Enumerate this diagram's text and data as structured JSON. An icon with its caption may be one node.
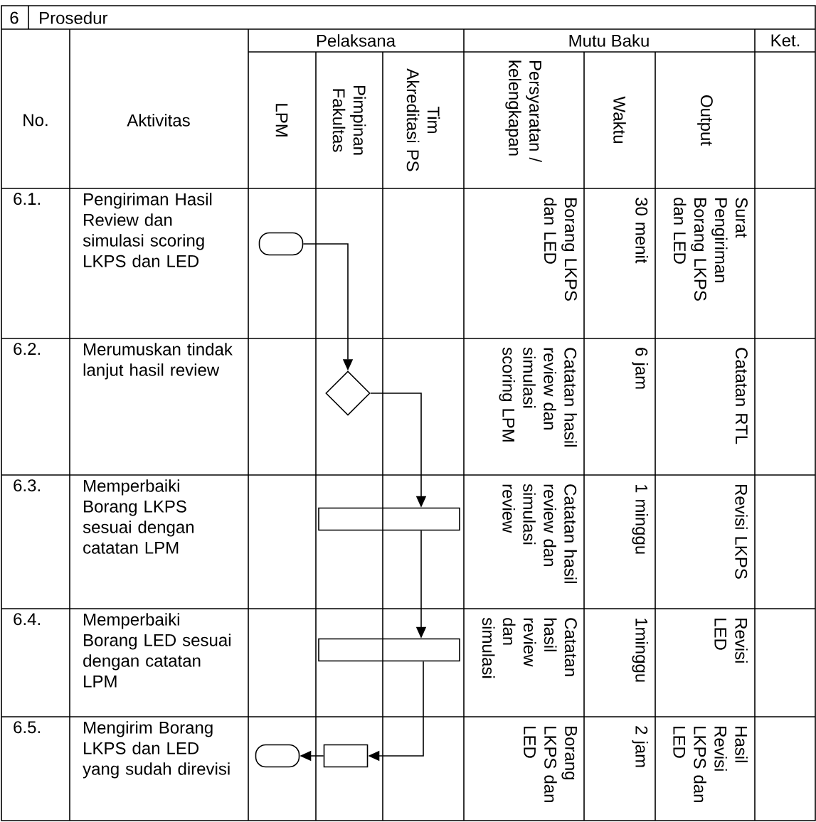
{
  "diagram": {
    "nodes": [
      {
        "text": [],
        "shape": "terminal"
      },
      {
        "text": [],
        "shape": "diamond"
      },
      {
        "text": [],
        "shape": "bar"
      },
      {
        "text": [],
        "shape": "bar"
      },
      {
        "text": [],
        "shape": "box"
      },
      {
        "text": [],
        "shape": "terminal"
      }
    ],
    "edges": [
      {
        "from": 0,
        "to": 1,
        "arrow": "to"
      },
      {
        "from": 1,
        "to": 2,
        "arrow": "to"
      },
      {
        "from": 2,
        "to": 3,
        "arrow": "to"
      },
      {
        "from": 3,
        "to": 4,
        "arrow": "to"
      },
      {
        "from": 4,
        "to": 5,
        "arrow": "to"
      }
    ],
    "labels": [
      "6",
      "Prosedur",
      "Pelaksana",
      "Mutu Baku",
      "Ket.",
      "No.",
      "Aktivitas",
      "LPM",
      "Pimpinan Fakultas",
      "Tim Akreditasi PS",
      "Persyaratan / kelengkapan",
      "Waktu",
      "Output",
      "6.1.",
      "Pengiriman Hasil Review dan simulasi scoring LKPS dan LED",
      "Borang LKPS dan LED",
      "30 menit",
      "Surat Pengiriman Borang LKPS dan LED",
      "6.2.",
      "Merumuskan tindak lanjut hasil review",
      "Catatan hasil review dan simulasi scoring LPM",
      "6 jam",
      "Catatan RTL",
      "6.3.",
      "Memperbaiki Borang LKPS sesuai dengan catatan LPM",
      "Catatan hasil review dan simulasi review",
      "1 minggu",
      "Revisi LKPS",
      "6.4.",
      "Memperbaiki Borang LED sesuai dengan catatan LPM",
      "Catatan hasil review dan simulasi",
      "1minggu",
      "Revisi LED",
      "6.5.",
      "Mengirim Borang LKPS dan LED yang sudah direvisi",
      "Borang LKPS dan LED",
      "2 jam",
      "Hasil Revisi LKPS dan LED"
    ]
  }
}
